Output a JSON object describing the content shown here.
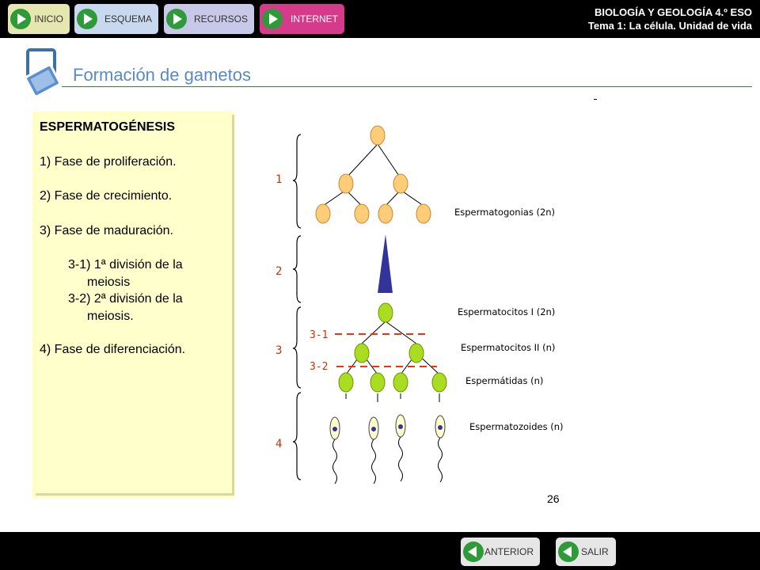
{
  "nav": {
    "inicio": "INICIO",
    "esquema": "ESQUEMA",
    "recursos": "RECURSOS",
    "internet": "INTERNET"
  },
  "header": {
    "line1": "BIOLOGÍA Y GEOLOGÍA 4.º ESO",
    "line2": "Tema 1: La célula. Unidad de vida"
  },
  "page_title": "Formación de gametos",
  "panel": {
    "title": "ESPERMATOGÉNESIS",
    "items": [
      "1)  Fase de proliferación.",
      "2)  Fase de crecimiento.",
      "3)  Fase de maduración.",
      "3-1) 1ª división de la",
      "meiosis",
      "3-2) 2ª división de la",
      "meiosis.",
      "4)  Fase de diferenciación."
    ]
  },
  "diagram": {
    "phases": [
      "1",
      "2",
      "3",
      "4"
    ],
    "sub_phases": [
      "3-1",
      "3-2"
    ],
    "labels": [
      "Espermatogonias (2n)",
      "Espermatocitos I (2n)",
      "Espermatocitos II (n)",
      "Espermátidas (n)",
      "Espermatozoides (n)"
    ]
  },
  "page_number": "26",
  "footer": {
    "anterior": "ANTERIOR",
    "salir": "SALIR"
  },
  "colors": {
    "spermatogonia": "#ffcc77",
    "meiosis_cells": "#aadd22",
    "growth_triangle": "#333399",
    "phase_numbers": "#cc3300",
    "heading": "#5a8ac6"
  }
}
